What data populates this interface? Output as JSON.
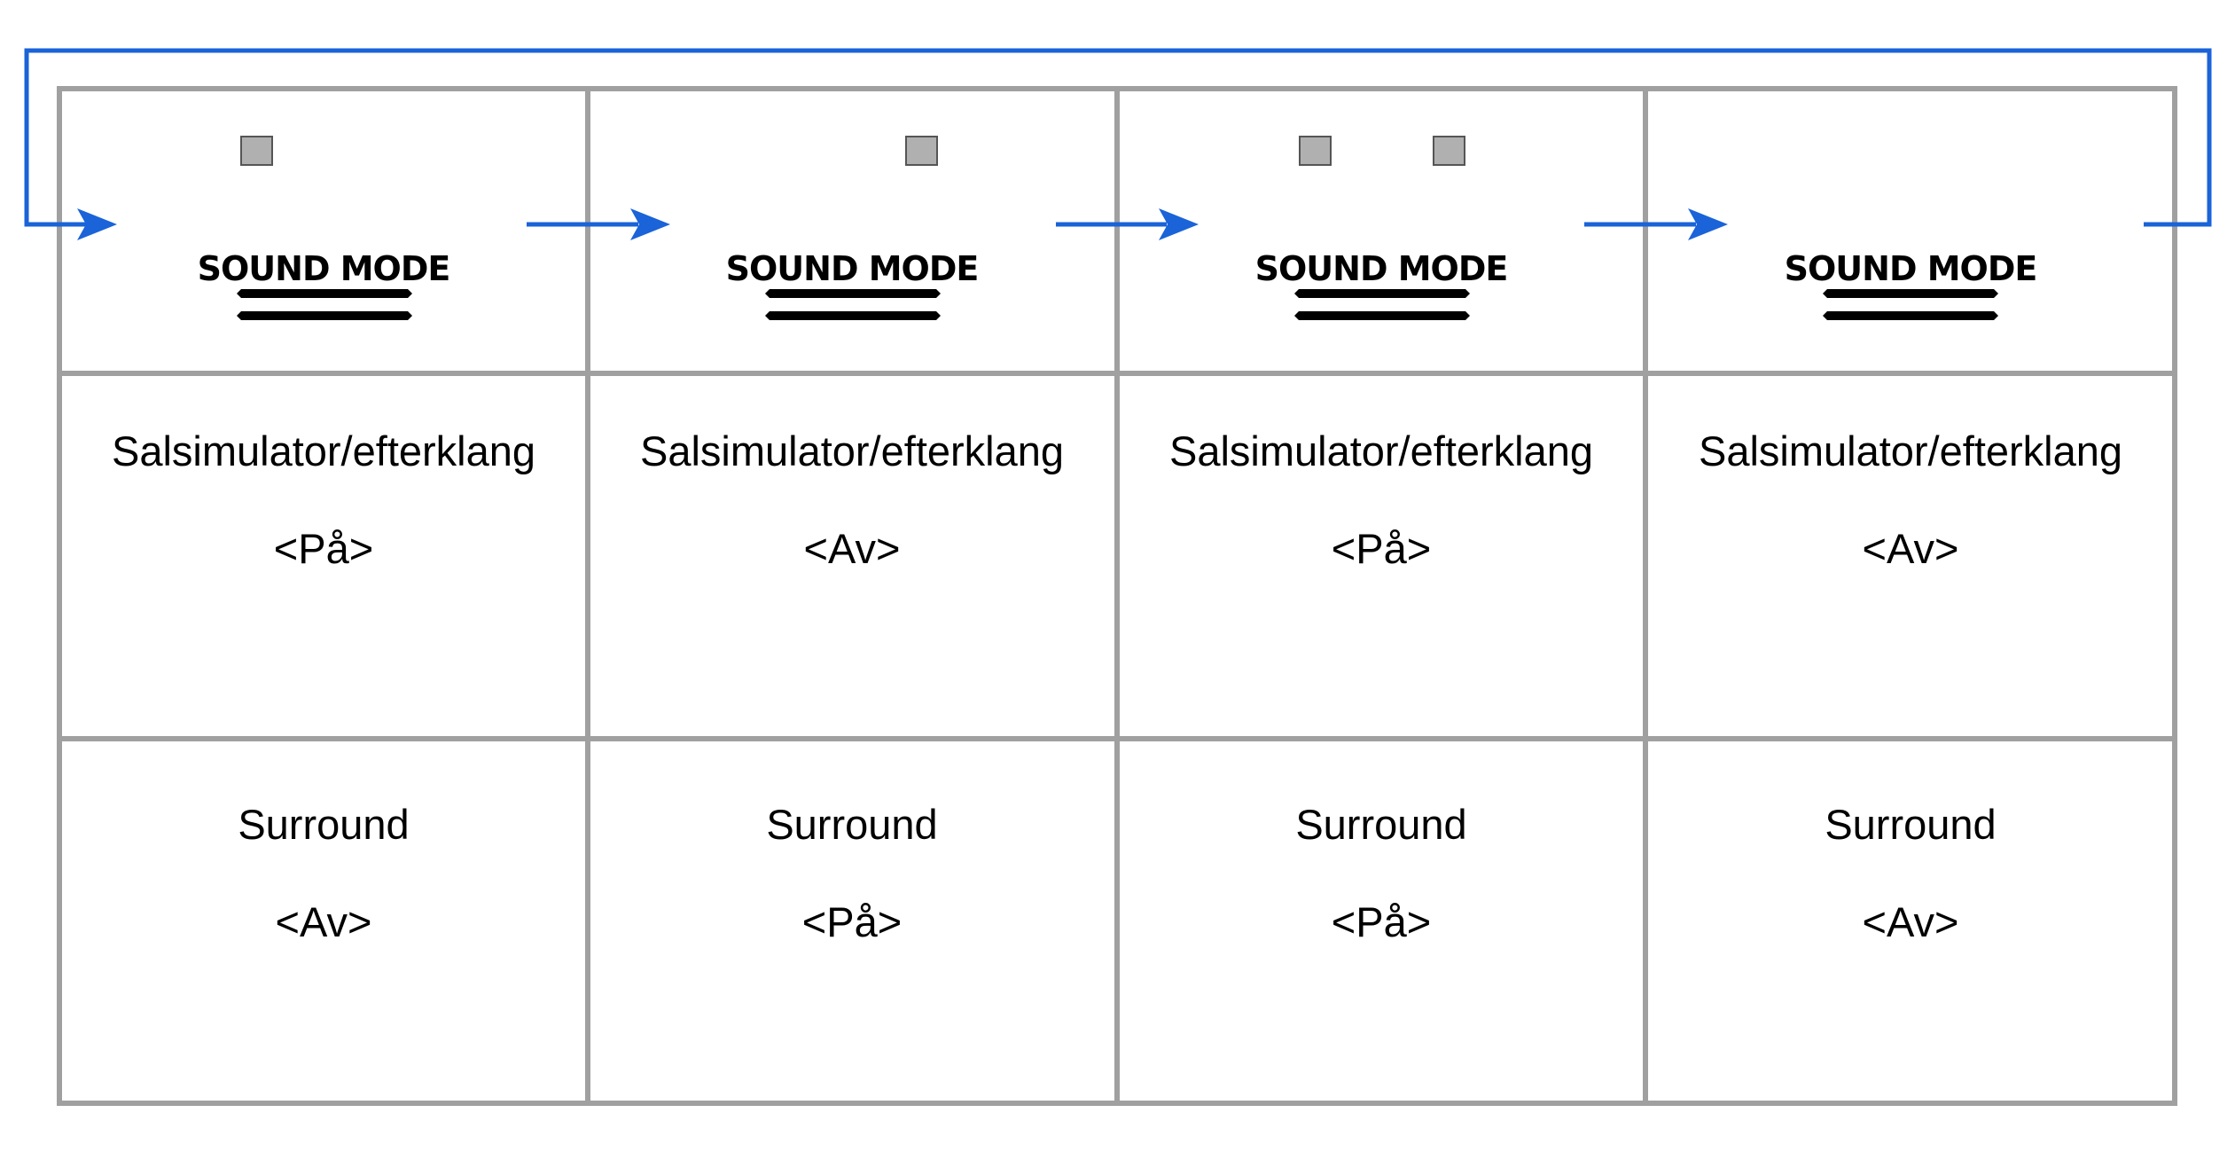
{
  "colors": {
    "grid": "#a0a0a0",
    "flow": "#1a63d8",
    "led": "#b0b0b0"
  },
  "modes": [
    {
      "button_label": "SOUND MODE",
      "leds": [
        "left"
      ],
      "hall_label": "Salsimulator/efterklang",
      "hall_value": "<På>",
      "surround_label": "Surround",
      "surround_value": "<Av>"
    },
    {
      "button_label": "SOUND MODE",
      "leds": [
        "right"
      ],
      "hall_label": "Salsimulator/efterklang",
      "hall_value": "<Av>",
      "surround_label": "Surround",
      "surround_value": "<På>"
    },
    {
      "button_label": "SOUND MODE",
      "leds": [
        "left",
        "right"
      ],
      "hall_label": "Salsimulator/efterklang",
      "hall_value": "<På>",
      "surround_label": "Surround",
      "surround_value": "<På>"
    },
    {
      "button_label": "SOUND MODE",
      "leds": [],
      "hall_label": "Salsimulator/efterklang",
      "hall_value": "<Av>",
      "surround_label": "Surround",
      "surround_value": "<Av>"
    }
  ]
}
